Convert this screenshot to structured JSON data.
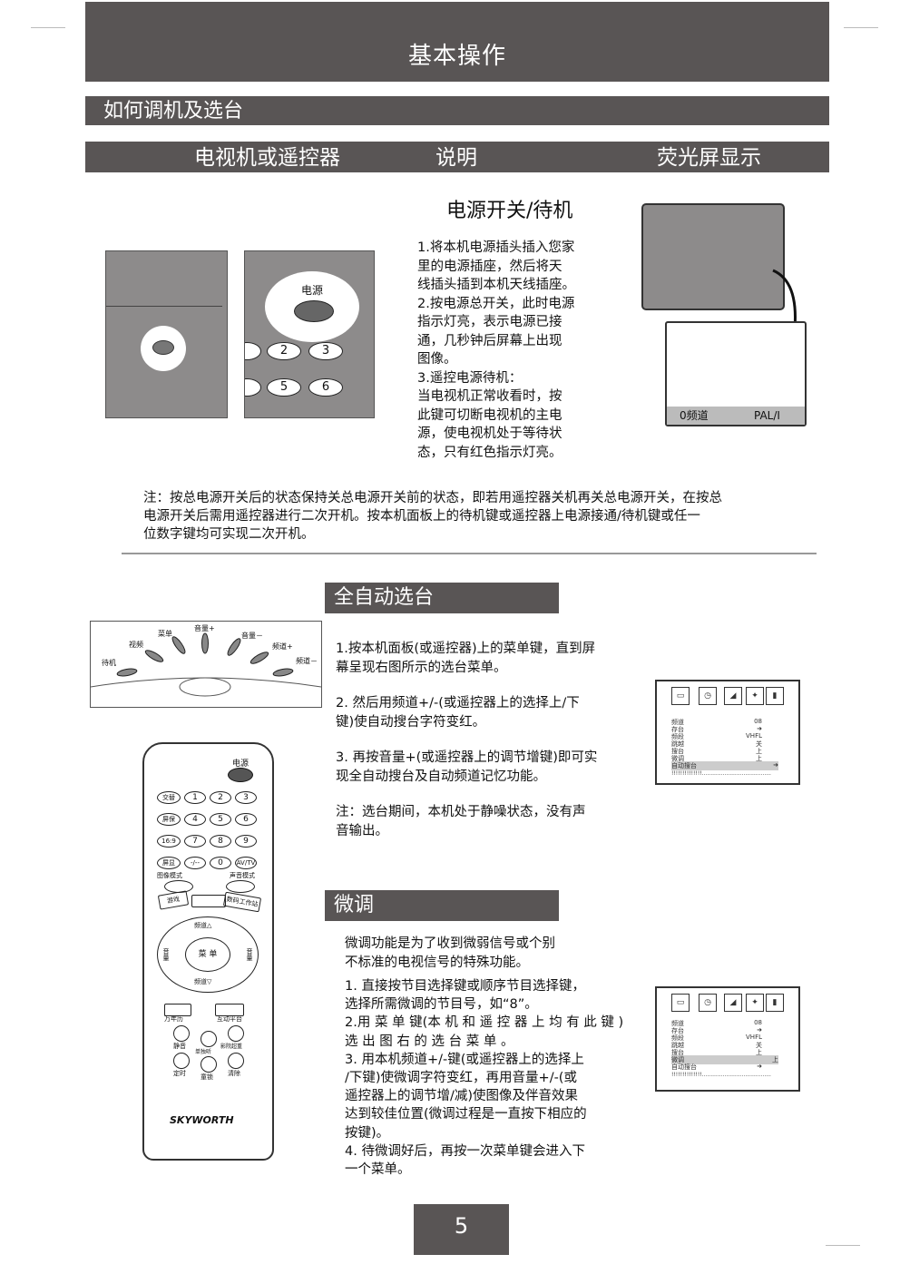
{
  "header": {
    "title": "基本操作"
  },
  "section": {
    "title": "如何调机及选台"
  },
  "columns": {
    "tv_remote": "电视机或遥控器",
    "desc": "说明",
    "screen": "荧光屏显示"
  },
  "power": {
    "title": "电源开关/待机",
    "panel_label": "电源",
    "keys": [
      "2",
      "3",
      "5",
      "6"
    ],
    "steps": "1.将本机电源插头插入您家\n  里的电源插座，然后将天\n  线插头插到本机天线插座。\n2.按电源总开关，此时电源\n  指示灯亮，表示电源已接\n  通，几秒钟后屏幕上出现\n  图像。\n3.遥控电源待机：\n  当电视机正常收看时，按\n  此键可切断电视机的主电\n  源，使电视机处于等待状\n  态，只有红色指示灯亮。",
    "osd_channel": "0频道",
    "osd_system": "PAL/I"
  },
  "note1": "注：按总电源开关后的状态保持关总电源开关前的状态，即若用遥控器关机再关总电源开关，在按总\n     电源开关后需用遥控器进行二次开机。按本机面板上的待机键或遥控器上电源接通/待机键或任一\n     位数字键均可实现二次开机。",
  "auto": {
    "title": "全自动选台",
    "step1": "1.按本机面板(或遥控器)上的菜单键，直到屏\n   幕呈现右图所示的选台菜单。",
    "step2": "2. 然后用频道+/-(或遥控器上的选择上/下\n   键)使自动搜台字符变红。",
    "step3": "3. 再按音量+(或遥控器上的调节增键)即可实\n   现全自动搜台及自动频道记忆功能。",
    "note": "注：选台期间，本机处于静噪状态，没有声\n      音输出。"
  },
  "front_panel": {
    "labels": [
      "待机",
      "视频",
      "菜单",
      "音量+",
      "音量－",
      "频道+",
      "频道－"
    ]
  },
  "remote": {
    "power": "电源",
    "rows": [
      [
        "交替",
        "1",
        "2",
        "3"
      ],
      [
        "屏保",
        "4",
        "5",
        "6"
      ],
      [
        "16:9",
        "7",
        "8",
        "9"
      ],
      [
        "屏显",
        "-/--",
        "0",
        "AV/TV"
      ]
    ],
    "mode_left": "图像模式",
    "mode_right": "声音模式",
    "game": "游戏",
    "digital": "数码工作站",
    "ch_up": "频道△",
    "ch_down": "频道▽",
    "vol_left": "音量",
    "vol_right": "音量",
    "menu": "菜 单",
    "calendar": "万年历",
    "interactive": "互动平台",
    "row3": [
      "静音",
      "单独听",
      "影院超重"
    ],
    "row4": [
      "定时",
      "童锁",
      "清除"
    ],
    "brand": "SKYWORTH"
  },
  "menu_osd": {
    "rows": [
      [
        "频道",
        "08"
      ],
      [
        "存台",
        "➜"
      ],
      [
        "频段",
        "VHFL"
      ],
      [
        "跳越",
        "关"
      ],
      [
        "搜台",
        "上"
      ],
      [
        "微调",
        "上"
      ],
      [
        "自动搜台",
        "➜"
      ]
    ],
    "bar": "!!!!!!!!!!!!!!..........................................."
  },
  "fine": {
    "title": "微调",
    "intro": "       微调功能是为了收到微弱信号或个别\n不标准的电视信号的特殊功能。",
    "steps": "1. 直接按节目选择键或顺序节目选择键，\n   选择所需微调的节目号，如“8”。\n2.用 菜 单 键(本 机 和 遥 控 器 上 均 有 此 键 )\n   选 出 图 右 的 选 台 菜 单 。\n3. 用本机频道+/-键(或遥控器上的选择上\n   /下键)使微调字符变红，再用音量+/-(或\n   遥控器上的调节增/减)使图像及伴音效果\n   达到较佳位置(微调过程是一直按下相应的\n   按键)。\n4. 待微调好后，再按一次菜单键会进入下\n   一个菜单。"
  },
  "page_number": "5"
}
